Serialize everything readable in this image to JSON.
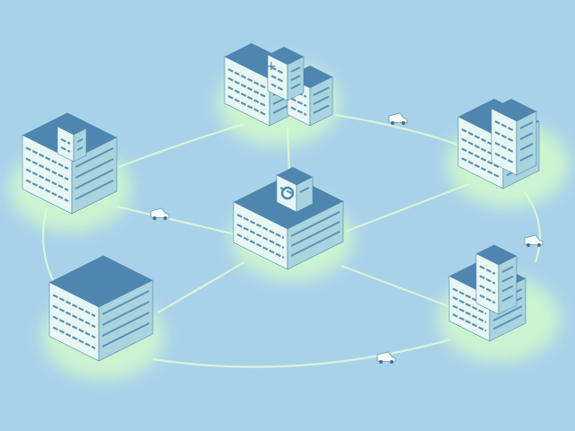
{
  "colors": {
    "background": "#a8d2ea",
    "link_line": "#dff6d8",
    "glow": "#d8ffc8",
    "building_light": "#e8f7f4",
    "building_mid": "#cfe9ea",
    "building_shade": "#a9d4df",
    "roof": "#4f86b0",
    "window": "#5d91b3"
  },
  "network": {
    "nodes": [
      {
        "id": "hospital-top",
        "icon": "hospital-building-icon"
      },
      {
        "id": "hospital-left",
        "icon": "hospital-building-icon"
      },
      {
        "id": "hospital-center",
        "icon": "hospital-building-icon"
      },
      {
        "id": "hospital-right",
        "icon": "hospital-building-icon"
      },
      {
        "id": "hospital-bottom-left",
        "icon": "hospital-building-icon"
      },
      {
        "id": "hospital-bottom-right",
        "icon": "hospital-building-icon"
      }
    ],
    "vehicles": [
      {
        "icon": "ambulance-icon"
      },
      {
        "icon": "ambulance-icon"
      },
      {
        "icon": "ambulance-icon"
      },
      {
        "icon": "ambulance-icon"
      }
    ]
  }
}
